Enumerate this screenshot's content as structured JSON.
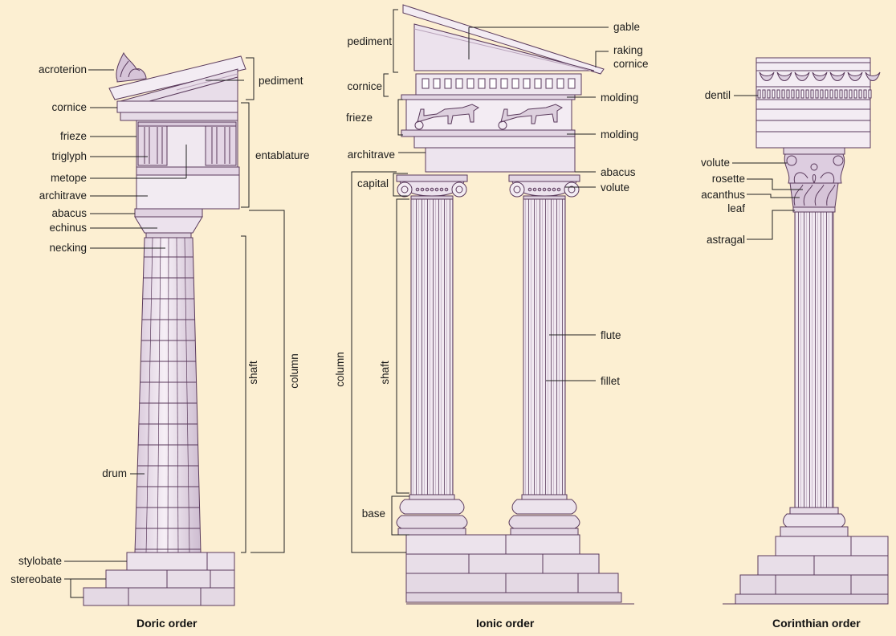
{
  "colors": {
    "background": "#fcefd2",
    "stone": "#efe6ef",
    "stone_shadow": "#dccfdc",
    "outline": "#5a3a5c",
    "leader": "#222222"
  },
  "doric": {
    "title": "Doric order",
    "labels": {
      "acroterion": "acroterion",
      "pediment": "pediment",
      "cornice": "cornice",
      "frieze": "frieze",
      "triglyph": "triglyph",
      "entablature": "entablature",
      "metope": "metope",
      "architrave": "architrave",
      "abacus": "abacus",
      "echinus": "echinus",
      "necking": "necking",
      "shaft": "shaft",
      "column": "column",
      "drum": "drum",
      "stylobate": "stylobate",
      "stereobate": "stereobate"
    }
  },
  "ionic": {
    "title": "Ionic order",
    "labels": {
      "pediment": "pediment",
      "gable": "gable",
      "raking_cornice_1": "raking",
      "raking_cornice_2": "cornice",
      "cornice": "cornice",
      "molding_top": "molding",
      "frieze": "frieze",
      "molding_bottom": "molding",
      "architrave": "architrave",
      "abacus": "abacus",
      "capital": "capital",
      "volute": "volute",
      "column": "column",
      "shaft": "shaft",
      "flute": "flute",
      "fillet": "fillet",
      "base": "base"
    }
  },
  "corinthian": {
    "title": "Corinthian order",
    "labels": {
      "dentil": "dentil",
      "volute": "volute",
      "rosette": "rosette",
      "acanthus_1": "acanthus",
      "acanthus_2": "leaf",
      "astragal": "astragal"
    }
  }
}
